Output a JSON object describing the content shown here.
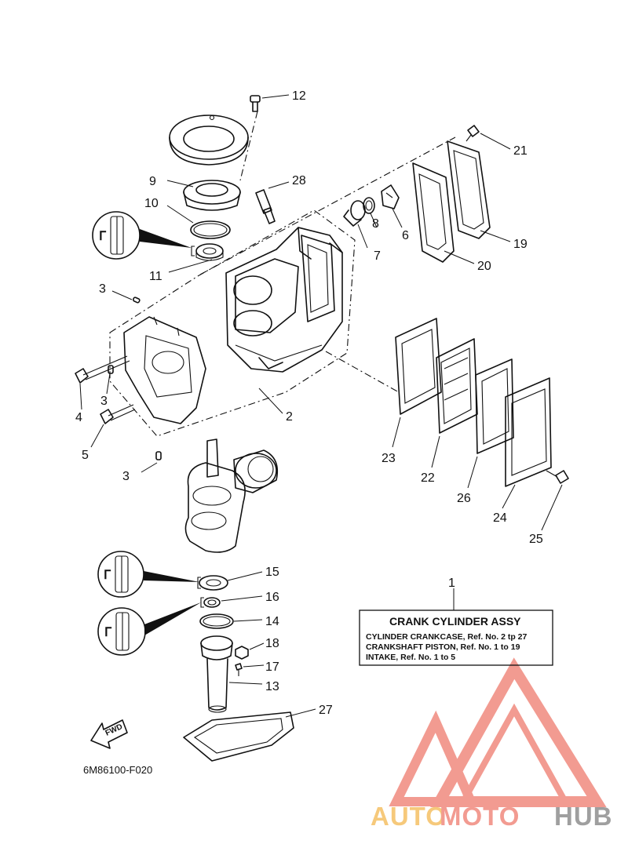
{
  "drawing_code": "6M86100-F020",
  "assembly_label": {
    "ref": "1",
    "title": "CRANK CYLINDER ASSY",
    "lines": [
      "CYLINDER CRANKCASE,  Ref. No. 2 tp 27",
      "CRANKSHAFT PISTON,  Ref. No. 1 to 19",
      "INTAKE,  Ref. No. 1 to 5"
    ]
  },
  "fwd_label": "FWD",
  "watermark": {
    "part1": "AUTO",
    "part2": "MOTO",
    "part3": "HUB",
    "colors": [
      "#f5c064",
      "#f08a7e",
      "#8f8f8f"
    ]
  },
  "callouts": {
    "c2": "2",
    "c3a": "3",
    "c3b": "3",
    "c3c": "3",
    "c4": "4",
    "c5": "5",
    "c6": "6",
    "c7": "7",
    "c8": "8",
    "c9": "9",
    "c10": "10",
    "c11": "11",
    "c12": "12",
    "c13": "13",
    "c14": "14",
    "c15": "15",
    "c16": "16",
    "c17": "17",
    "c18": "18",
    "c19": "19",
    "c20": "20",
    "c21": "21",
    "c22": "22",
    "c23": "23",
    "c24": "24",
    "c25": "25",
    "c26": "26",
    "c27": "27",
    "c28": "28"
  }
}
